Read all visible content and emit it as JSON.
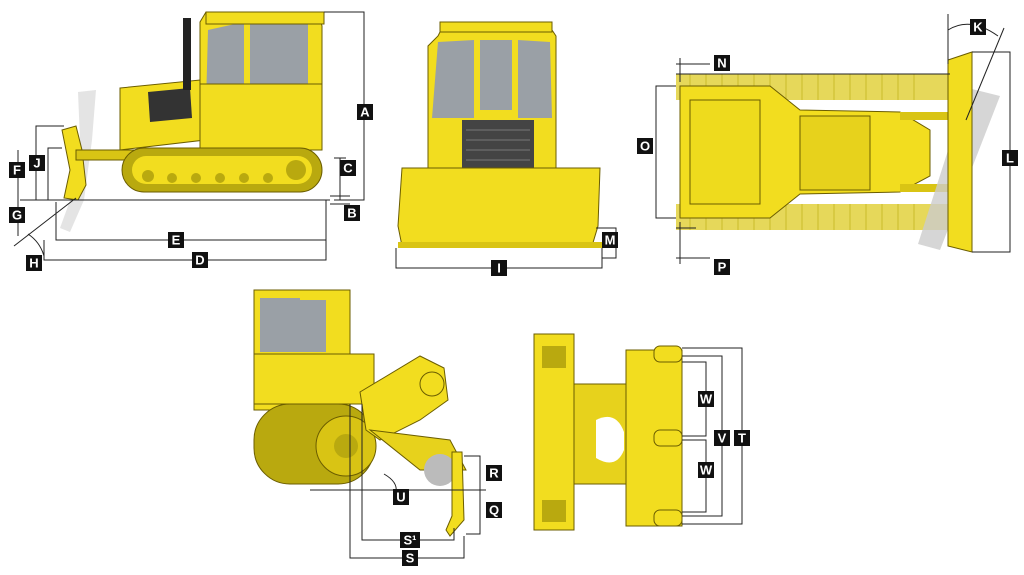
{
  "colors": {
    "machine_yellow": "#f2dd1f",
    "machine_shade": "#d9c414",
    "dark": "#222222",
    "track": "#b9a90f",
    "glass": "#9aa0a6",
    "label_bg": "#111111",
    "label_fg": "#ffffff"
  },
  "views": {
    "side": {
      "labels": [
        "A",
        "B",
        "C",
        "D",
        "E",
        "F",
        "G",
        "H",
        "J"
      ]
    },
    "front": {
      "labels": [
        "I",
        "M"
      ]
    },
    "top": {
      "labels": [
        "K",
        "L",
        "N",
        "O",
        "P"
      ]
    },
    "ripper_side": {
      "labels": [
        "R",
        "Q",
        "U",
        "S¹",
        "S"
      ]
    },
    "ripper_top": {
      "labels": [
        "W",
        "V",
        "T",
        "W"
      ]
    }
  }
}
